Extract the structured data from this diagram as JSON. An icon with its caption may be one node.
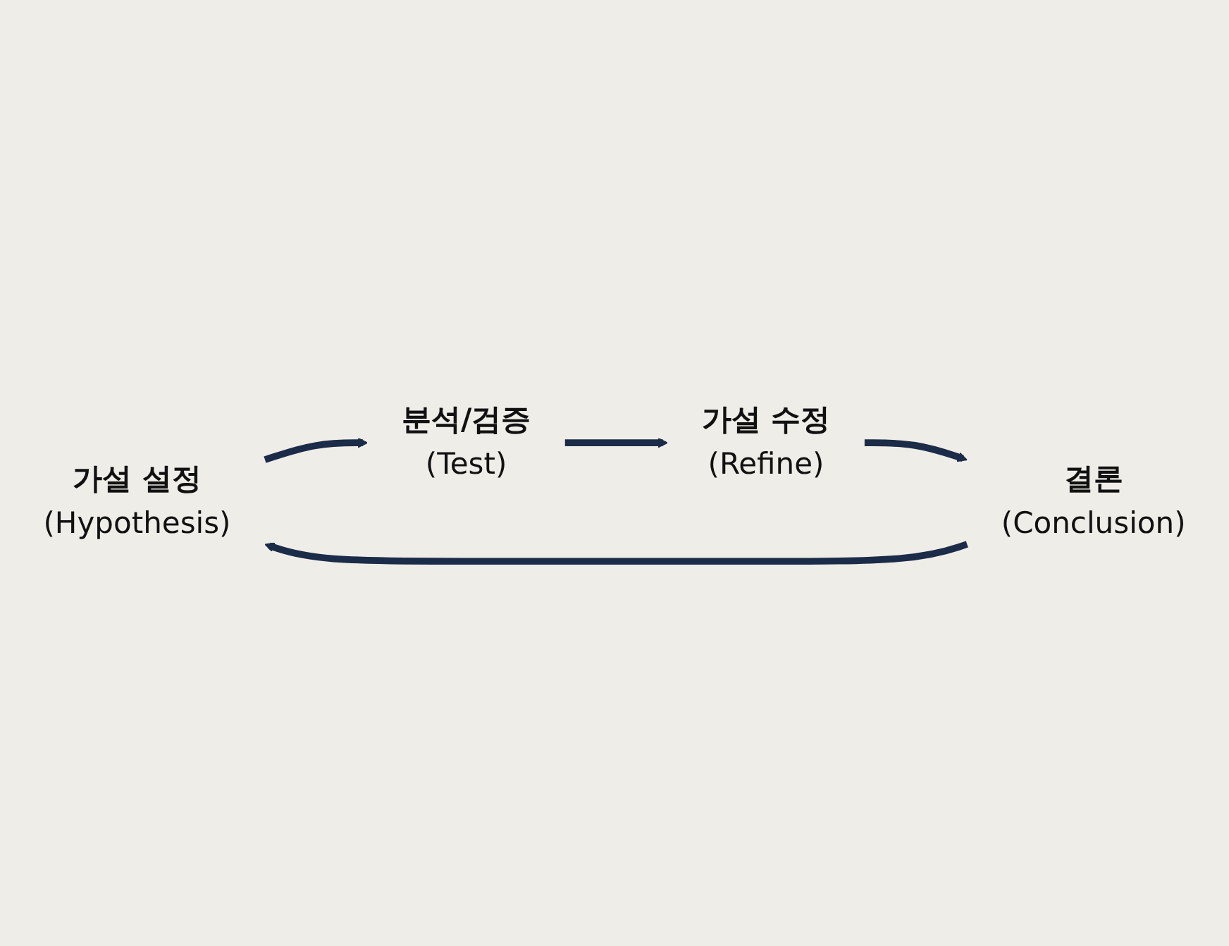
{
  "diagram": {
    "nodes": [
      {
        "text": [
          "가설 설정",
          "(Hypothesis)"
        ]
      },
      {
        "text": [
          "분석/검증",
          "(Test)"
        ]
      },
      {
        "text": [
          "가설 수정",
          "(Refine)"
        ]
      },
      {
        "text": [
          "결론",
          "(Conclusion)"
        ]
      }
    ],
    "edges": [
      {
        "from": 0,
        "to": 1,
        "arrow": "to"
      },
      {
        "from": 1,
        "to": 2,
        "arrow": "to"
      },
      {
        "from": 2,
        "to": 3,
        "arrow": "to"
      },
      {
        "from": 3,
        "to": 0,
        "arrow": "to"
      }
    ]
  }
}
